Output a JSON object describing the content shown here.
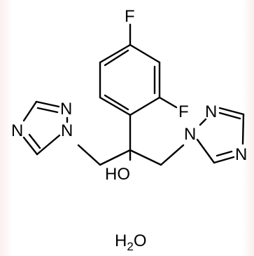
{
  "molecule": {
    "labels": {
      "f_top": "F",
      "f_ortho": "F",
      "n_left_1": "N",
      "n_left_2": "N",
      "n_left_attach": "N",
      "n_right_attach": "N",
      "n_right_2": "N",
      "n_right_3": "N",
      "hydroxyl": "HO"
    },
    "water": {
      "h": "H",
      "sub": "2",
      "o": "O"
    }
  }
}
